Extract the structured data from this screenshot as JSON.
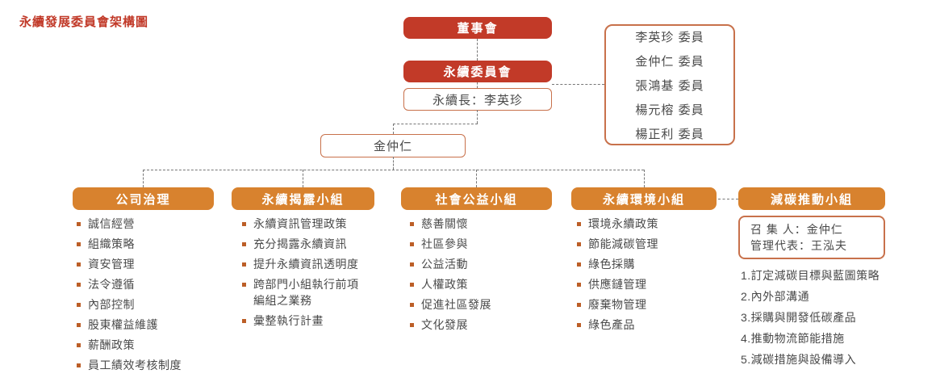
{
  "title": "永續發展委員會架構圖",
  "colors": {
    "dark_red_box": "#c23a28",
    "orange_box": "#d8822e",
    "thin_border": "#c8714b",
    "bullet_square": "#bc5e27",
    "body_text": "#4a4a4a",
    "connector_line": "#777777"
  },
  "top_chart": {
    "board": "董事會",
    "committee": "永續委員會",
    "cso": "永續長：李英珍",
    "coordinator": "金仲仁",
    "members": [
      "李英珍 委員",
      "金仲仁 委員",
      "張鴻基 委員",
      "楊元榕 委員",
      "楊正利 委員"
    ]
  },
  "groups": [
    {
      "label": "公司治理",
      "items": [
        "誠信經營",
        "組織策略",
        "資安管理",
        "法令遵循",
        "內部控制",
        "股東權益維護",
        "薪酬政策",
        "員工績效考核制度"
      ]
    },
    {
      "label": "永續揭露小組",
      "items": [
        "永續資訊管理政策",
        "充分揭露永續資訊",
        "提升永續資訊透明度",
        "跨部門小組執行前項編組之業務",
        "彙整執行計畫"
      ]
    },
    {
      "label": "社會公益小組",
      "items": [
        "慈善關懷",
        "社區參與",
        "公益活動",
        "人權政策",
        "促進社區發展",
        "文化發展"
      ]
    },
    {
      "label": "永續環境小組",
      "items": [
        "環境永續政策",
        "節能減碳管理",
        "綠色採購",
        "供應鏈管理",
        "廢棄物管理",
        "綠色產品"
      ]
    },
    {
      "label": "減碳推動小組",
      "convener_line": "召 集 人：金仲仁",
      "representative_line": "管理代表：王泓夫",
      "numbered_items": [
        "1.訂定減碳目標與藍圖策略",
        "2.內外部溝通",
        "3.採購與開發低碳產品",
        "4.推動物流節能措施",
        "5.減碳措施與設備導入"
      ]
    }
  ]
}
